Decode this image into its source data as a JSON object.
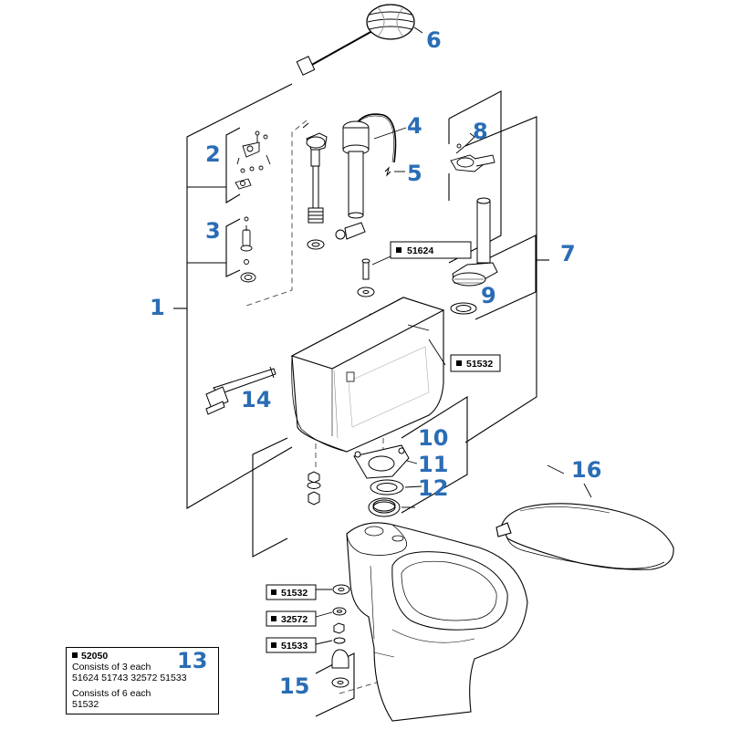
{
  "callouts": {
    "c1": "1",
    "c2": "2",
    "c3": "3",
    "c4": "4",
    "c5": "5",
    "c6": "6",
    "c7": "7",
    "c8": "8",
    "c9": "9",
    "c10": "10",
    "c11": "11",
    "c12": "12",
    "c14": "14",
    "c15": "15",
    "c16": "16"
  },
  "part_boxes": {
    "b51624": "51624",
    "b51532_top": "51532",
    "b51532_bottom": "51532",
    "b32572": "32572",
    "b51533": "51533"
  },
  "kit_note": {
    "part": "52050",
    "callout": "13",
    "line1": "Consists of 3 each",
    "line2": "51624  51743  32572  51533",
    "line3": "Consists of 6 each",
    "line4": "51532"
  },
  "colors": {
    "callout": "#2a6db5",
    "line": "#000000"
  }
}
